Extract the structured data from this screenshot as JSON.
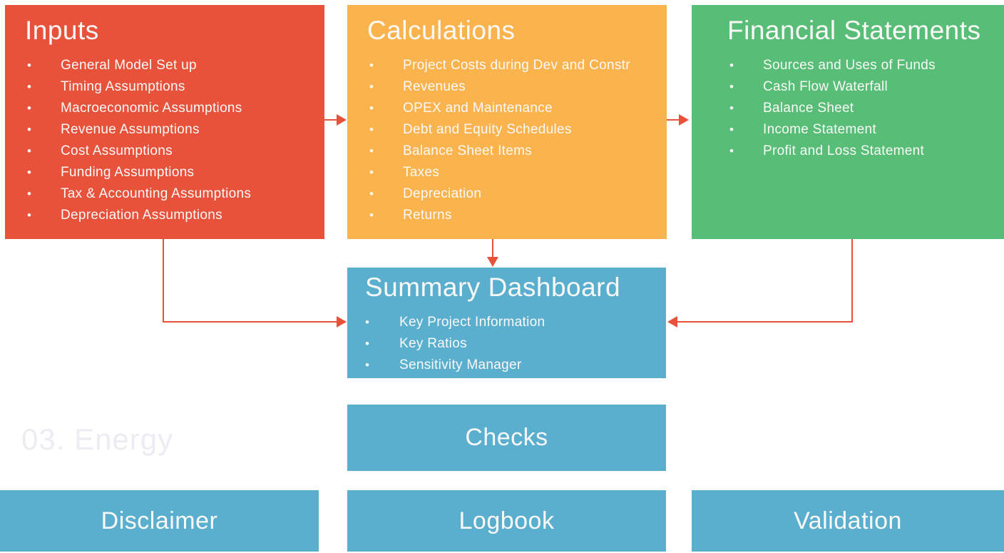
{
  "watermark": "03. Energy",
  "bullet_char": "•",
  "colors": {
    "inputs-bg": "#E8513A",
    "calculations-bg": "#FBB44D",
    "statements-bg": "#58BE77",
    "dashboard-bg": "#5BAFCE",
    "arrow": "#E8513A",
    "text": "#FAF9F8",
    "watermark": "#ECECF4"
  },
  "boxes": {
    "inputs": {
      "title": "Inputs",
      "items": [
        "General Model Set up",
        "Timing Assumptions",
        "Macroeconomic Assumptions",
        "Revenue Assumptions",
        "Cost Assumptions",
        "Funding Assumptions",
        "Tax & Accounting Assumptions",
        "Depreciation Assumptions"
      ]
    },
    "calculations": {
      "title": "Calculations",
      "items": [
        "Project Costs during Dev and Constr",
        "Revenues",
        "OPEX and Maintenance",
        "Debt and Equity Schedules",
        "Balance Sheet Items",
        "Taxes",
        "Depreciation",
        "Returns"
      ]
    },
    "financial_statements": {
      "title": "Financial Statements",
      "items": [
        "Sources and Uses of Funds",
        "Cash Flow Waterfall",
        "Balance Sheet",
        "Income Statement",
        "Profit and Loss Statement"
      ]
    },
    "summary_dashboard": {
      "title": "Summary Dashboard",
      "items": [
        "Key Project Information",
        "Key Ratios",
        "Sensitivity Manager"
      ]
    },
    "checks": {
      "title": "Checks"
    },
    "disclaimer": {
      "title": "Disclaimer"
    },
    "logbook": {
      "title": "Logbook"
    },
    "validation": {
      "title": "Validation"
    }
  }
}
